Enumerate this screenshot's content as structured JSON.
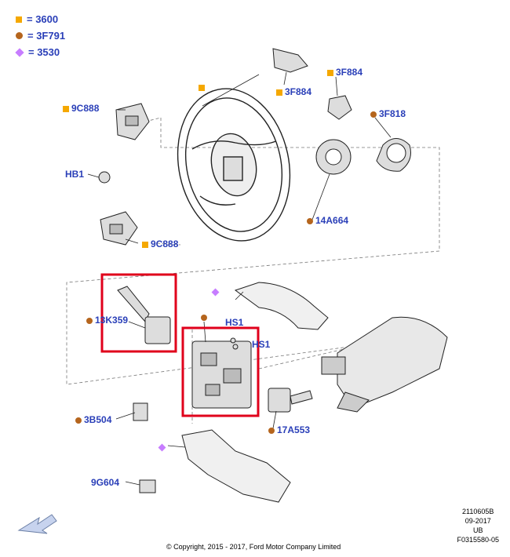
{
  "legend": {
    "item1": {
      "symbol": "square",
      "text": "= 3600"
    },
    "item2": {
      "symbol": "dot",
      "text": "= 3F791"
    },
    "item3": {
      "symbol": "diamond",
      "text": "= 3530"
    }
  },
  "labels": {
    "l9c888_top": "9C888",
    "l3f884_a": "3F884",
    "l3f884_b": "3F884",
    "l3f818": "3F818",
    "lhb1": "HB1",
    "l14a664": "14A664",
    "l9c888_bottom": "9C888",
    "l13k359": "13K359",
    "lhs1_a": "HS1",
    "lhs1_b": "HS1",
    "l3b504": "3B504",
    "l17a553": "17A553",
    "l9g604": "9G604"
  },
  "footer": {
    "copyright": "© Copyright, 2015 - 2017, Ford Motor Company Limited",
    "ref1": "2110605B",
    "ref2": "09-2017",
    "ref3": "UB",
    "ref4": "F0315580-05"
  },
  "colors": {
    "label": "#2a3fb8",
    "square_marker": "#f5a800",
    "dot_marker": "#b5651d",
    "diamond_marker": "#c77dff",
    "highlight": "#e0001b"
  },
  "icons": {
    "nav_arrow": "arrow-icon"
  }
}
